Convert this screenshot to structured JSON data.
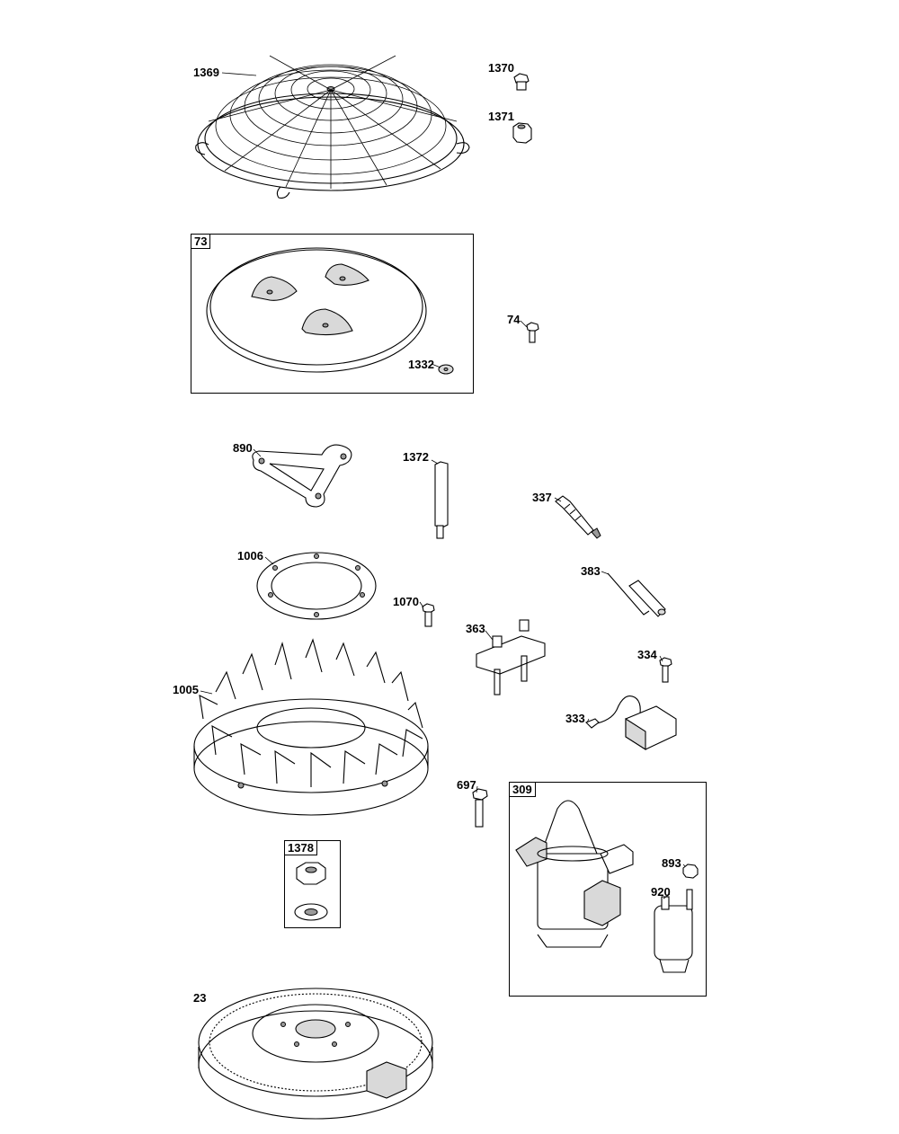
{
  "callouts": [
    {
      "id": "1369",
      "text": "1369",
      "boxed": false
    },
    {
      "id": "1370",
      "text": "1370",
      "boxed": false
    },
    {
      "id": "1371",
      "text": "1371",
      "boxed": false
    },
    {
      "id": "73",
      "text": "73",
      "boxed": true
    },
    {
      "id": "74",
      "text": "74",
      "boxed": false
    },
    {
      "id": "1332",
      "text": "1332",
      "boxed": false
    },
    {
      "id": "890",
      "text": "890",
      "boxed": false
    },
    {
      "id": "1372",
      "text": "1372",
      "boxed": false
    },
    {
      "id": "337",
      "text": "337",
      "boxed": false
    },
    {
      "id": "1006",
      "text": "1006",
      "boxed": false
    },
    {
      "id": "383",
      "text": "383",
      "boxed": false
    },
    {
      "id": "1070",
      "text": "1070",
      "boxed": false
    },
    {
      "id": "363",
      "text": "363",
      "boxed": false
    },
    {
      "id": "334",
      "text": "334",
      "boxed": false
    },
    {
      "id": "1005",
      "text": "1005",
      "boxed": false
    },
    {
      "id": "333",
      "text": "333",
      "boxed": false
    },
    {
      "id": "697",
      "text": "697",
      "boxed": false
    },
    {
      "id": "309",
      "text": "309",
      "boxed": true
    },
    {
      "id": "1378",
      "text": "1378",
      "boxed": true
    },
    {
      "id": "893",
      "text": "893",
      "boxed": false
    },
    {
      "id": "920",
      "text": "920",
      "boxed": false
    },
    {
      "id": "23",
      "text": "23",
      "boxed": false
    }
  ]
}
